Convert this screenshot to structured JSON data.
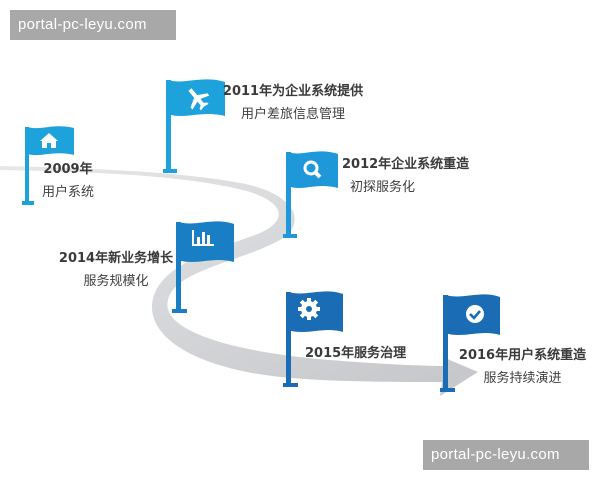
{
  "watermarks": {
    "top": "portal-pc-leyu.com",
    "bottom": "portal-pc-leyu.com"
  },
  "colors": {
    "flag_light": "#1ea2dc",
    "flag_mid": "#1a86cb",
    "flag_dark": "#1a6db5",
    "road": "#c9cbce",
    "text": "#3a3a3a"
  },
  "milestones": [
    {
      "year_line": "2009年",
      "desc_line": "用户系统",
      "icon": "home-icon"
    },
    {
      "year_line": "2011年为企业系统提供",
      "desc_line": "用户差旅信息管理",
      "icon": "airplane-icon"
    },
    {
      "year_line": "2012年企业系统重造",
      "desc_line": "初探服务化",
      "icon": "search-icon"
    },
    {
      "year_line": "2014年新业务增长",
      "desc_line": "服务规模化",
      "icon": "bar-chart-icon"
    },
    {
      "year_line": "2015年服务治理",
      "desc_line": "",
      "icon": "gear-icon"
    },
    {
      "year_line": "2016年用户系统重造",
      "desc_line": "服务持续演进",
      "icon": "check-circle-icon"
    }
  ]
}
